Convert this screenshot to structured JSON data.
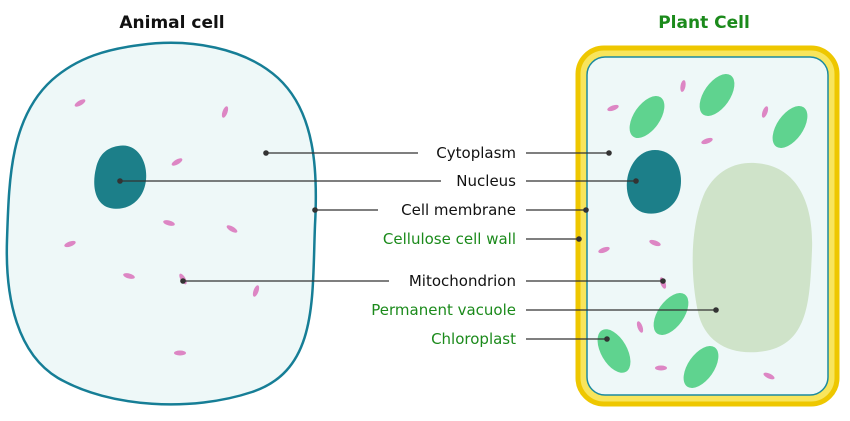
{
  "titles": {
    "animal": "Animal cell",
    "plant": "Plant Cell"
  },
  "labels": {
    "cytoplasm": "Cytoplasm",
    "nucleus": "Nucleus",
    "cell_membrane": "Cell membrane",
    "cellulose_cell_wall": "Cellulose cell wall",
    "mitochondrion": "Mitochondrion",
    "permanent_vacuole": "Permanent vacuole",
    "chloroplast": "Chloroplast"
  },
  "colors": {
    "animal_title": "#111111",
    "plant_title": "#1b8a1b",
    "shared_label": "#111111",
    "plant_only_label": "#1b8a1b",
    "membrane": "#167e96",
    "cytoplasm_fill": "#eef8f8",
    "nucleus": "#1c7f89",
    "mitochondrion": "#dd86c4",
    "cell_wall": "#eec700",
    "cell_wall_inner": "#f8e55c",
    "vacuole": "#cfe3c9",
    "chloroplast": "#5fd38f"
  }
}
